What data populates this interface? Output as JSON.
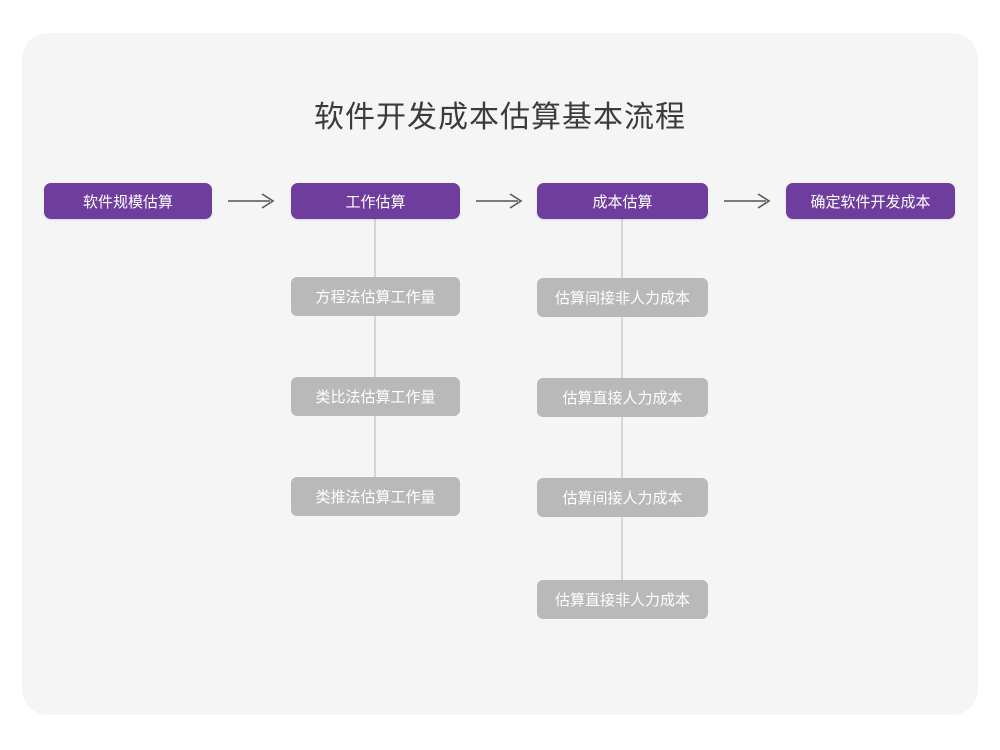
{
  "diagram": {
    "title": "软件开发成本估算基本流程",
    "type": "flowchart",
    "colors": {
      "page_background": "#ffffff",
      "card_background": "#f5f5f5",
      "primary_node": "#6f3d9e",
      "primary_node_text": "#ffffff",
      "secondary_node": "#b9b9b9",
      "secondary_node_text": "#ffffff",
      "connector_line": "#d5d5d5",
      "arrow": "#555555",
      "title_text": "#3b3b3b"
    },
    "stages": [
      {
        "id": "stage-1",
        "label": "软件规模估算",
        "children": []
      },
      {
        "id": "stage-2",
        "label": "工作估算",
        "children": [
          "方程法估算工作量",
          "类比法估算工作量",
          "类推法估算工作量"
        ]
      },
      {
        "id": "stage-3",
        "label": "成本估算",
        "children": [
          "估算间接非人力成本",
          "估算直接人力成本",
          "估算间接人力成本",
          "估算直接非人力成本"
        ]
      },
      {
        "id": "stage-4",
        "label": "确定软件开发成本",
        "children": []
      }
    ],
    "arrows": [
      {
        "id": "arrow-1",
        "from": "stage-1",
        "to": "stage-2",
        "glyph": "right-arrow"
      },
      {
        "id": "arrow-2",
        "from": "stage-2",
        "to": "stage-3",
        "glyph": "right-arrow"
      },
      {
        "id": "arrow-3",
        "from": "stage-3",
        "to": "stage-4",
        "glyph": "right-arrow"
      }
    ]
  }
}
